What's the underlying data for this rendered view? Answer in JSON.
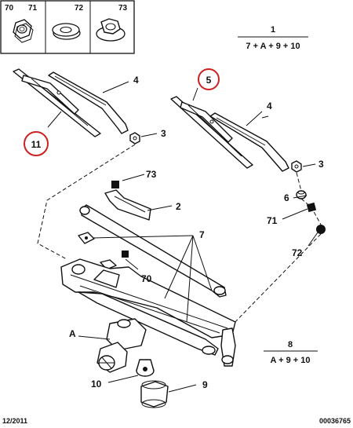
{
  "header_parts": [
    {
      "number": "70"
    },
    {
      "number": "71"
    },
    {
      "number": "72"
    },
    {
      "number": "73"
    }
  ],
  "kits": [
    {
      "number": "1",
      "formula": "7 + A + 9 + 10"
    },
    {
      "number": "8",
      "formula": "A + 9 + 10"
    }
  ],
  "callouts": {
    "blade_left": "11",
    "blade_right": "5",
    "arm_left": "4",
    "arm_right": "4",
    "nut_left": "3",
    "nut_right": "3",
    "cap": "6",
    "bracket": "73",
    "link_rod": "2",
    "linkage": "7",
    "clip_70": "70",
    "clip_71": "71",
    "clip_72": "72",
    "motor": "A",
    "crank": "10",
    "cover": "9"
  },
  "highlight_color": "#cc2222",
  "footer": {
    "date": "12/2011",
    "reference": "00036765"
  }
}
